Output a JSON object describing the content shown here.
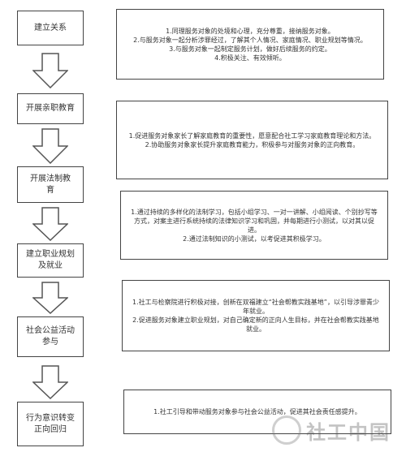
{
  "stages": [
    {
      "label": "建立关系"
    },
    {
      "label": "开展亲职教育"
    },
    {
      "label": "开展法制教\n育"
    },
    {
      "label": "建立职业规划\n及就业"
    },
    {
      "label": "社会公益活动\n参与"
    },
    {
      "label": "行为意识转变\n正向回归"
    }
  ],
  "descriptions": [
    {
      "lines": [
        "1.同理服务对象的处境和心理，充分尊重，接纳服务对象。",
        "2.与服务对象一起分析涉罪经过，了解其个人情况、家庭情况、职业规划等情况。",
        "3.与服务对象一起制定服务计划，做好后续服务的约定。",
        "4.积极关注、有效倾听。"
      ]
    },
    {
      "lines": [
        "1.促进服务对象家长了解家庭教育的重要性，愿意配合社工学习家庭教育理论和方法。",
        "2.协助服务对象家长提升家庭教育能力，积极参与对服务对象的正向教育。"
      ]
    },
    {
      "lines": [
        "1.通过持续的多样化的法制学习，包括小组学习、一对一讲解、小组阅读、个别抄写等方式，对案主进行系统持续的法律知识学习和巩固，并每期进行小测试，以对其以促进。",
        "2.通过法制知识的小测试，以考促进其积极学习。"
      ]
    },
    {
      "lines": [
        "1.社工与检察院进行积极对接，创新在双福建立“社会帮教实践基地”，以引导涉罪青少年就业。",
        "2.促进服务对象建立职业规划，对自己确定新的正向人生目标，并在社会帮教实践基地就业。"
      ]
    },
    {
      "lines": [
        "1.社工引导和带动服务对象参与社会公益活动，促进其社会责任感提升。"
      ]
    }
  ],
  "watermark": {
    "text": "社工中国"
  }
}
